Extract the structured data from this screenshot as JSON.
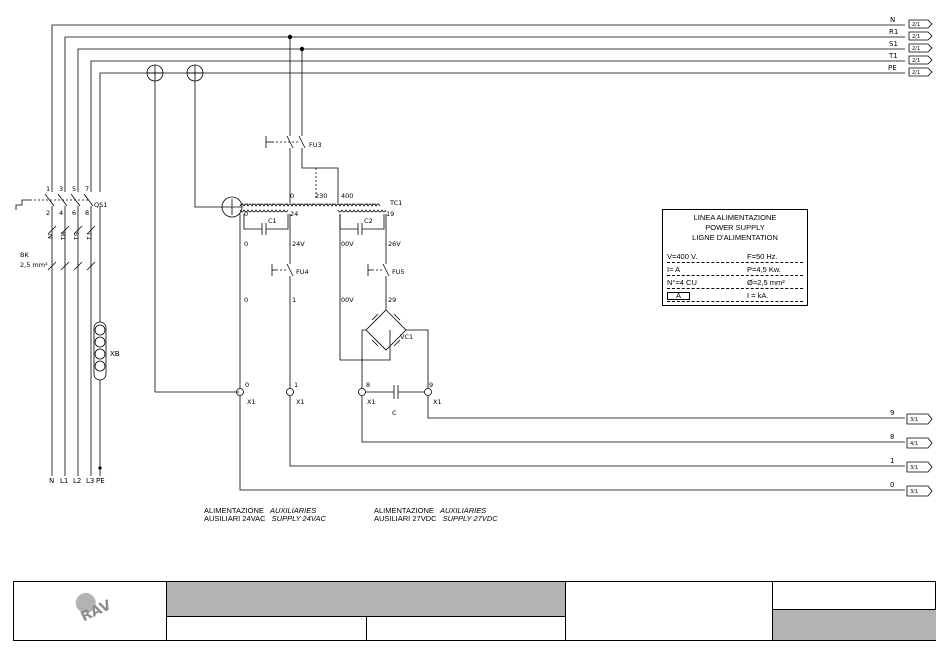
{
  "busbars": [
    {
      "name": "N",
      "ref": "2/1"
    },
    {
      "name": "R1",
      "ref": "2/1"
    },
    {
      "name": "S1",
      "ref": "2/1"
    },
    {
      "name": "T1",
      "ref": "2/1"
    },
    {
      "name": "PE",
      "ref": "2/1"
    }
  ],
  "inputs": {
    "terminals": [
      "N",
      "L1",
      "L2",
      "L3",
      "PE"
    ],
    "switch_id": "QS1",
    "switch_top": [
      "1",
      "3",
      "5",
      "7"
    ],
    "switch_bottom": [
      "2",
      "4",
      "6",
      "8"
    ],
    "wire_marks": [
      "N",
      "R1",
      "S1",
      "T1"
    ],
    "cable_code": "BK",
    "cable_section": "2,5 mm²",
    "connector": "XB"
  },
  "fuses": {
    "fu3": "FU3",
    "fu4": "FU4",
    "fu5": "FU5"
  },
  "transformer": {
    "id": "TC1",
    "primary": [
      "0",
      "230",
      "400"
    ],
    "secondary_left": [
      "0",
      "24"
    ],
    "secondary_right": [
      "19"
    ],
    "cap1": "C1",
    "cap2": "C2"
  },
  "aux_labels": {
    "l0a": "0",
    "l24v": "24V",
    "l0b": "0",
    "l1": "1",
    "l00v_a": "00V",
    "l26v": "26V",
    "l00v_b": "00V",
    "l29": "29"
  },
  "rectifier": "VC1",
  "capacitor_c": "C",
  "terminal_block": {
    "id": "X1",
    "numbers": [
      "0",
      "1",
      "8",
      "9"
    ]
  },
  "outputs": [
    {
      "name": "9",
      "ref": "3/1"
    },
    {
      "name": "8",
      "ref": "4/1"
    },
    {
      "name": "1",
      "ref": "3/1"
    },
    {
      "name": "0",
      "ref": "3/1"
    }
  ],
  "captions": [
    {
      "it_line1": "ALIMENTAZIONE",
      "en_line1": "AUXILIARIES",
      "it_line2": "AUSILIARI 24VAC",
      "en_line2": "SUPPLY 24VAC"
    },
    {
      "it_line1": "ALIMENTAZIONE",
      "en_line1": "AUXILIARIES",
      "it_line2": "AUSILIARI 27VDC",
      "en_line2": "SUPPLY 27VDC"
    }
  ],
  "info_box": {
    "title_it": "LINEA ALIMENTAZIONE",
    "title_en": "POWER SUPPLY",
    "title_fr": "LIGNE D'ALIMENTATION",
    "voltage": "V=400 V.",
    "frequency": "F=50 Hz.",
    "current": "I=   A",
    "power": "P=4,5 Kw.",
    "conductors": "N°=4  CU",
    "section": "Ø=2,5 mm²",
    "fuse": "A",
    "short_circuit": "I   =   kA."
  },
  "logo_text": "RAV"
}
